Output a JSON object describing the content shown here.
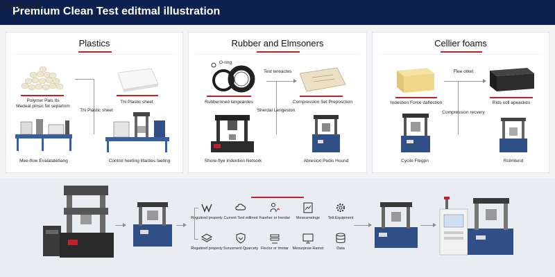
{
  "header": {
    "title": "Premium Clean Test editmal illustration"
  },
  "panels": {
    "plastics": {
      "title": "Plastics",
      "captions": {
        "pellets": "Polymer Pals Its\nMedeal plnsic fet separtom",
        "sheet": "Thi Plastic sheet",
        "flow_label": "Thi Plastic sheet",
        "machine_left": "Mee-flow Evalatatebang",
        "machine_right": "Control heeting lifacties laeting"
      }
    },
    "rubber": {
      "title": "Rubber and Elmsoners",
      "captions": {
        "orings": "Rubbernned langeardes",
        "flow_top": "Test tereactes",
        "flow_mid": "Sherdal Lengeston",
        "pad": "Compression Set Preposction",
        "machine_left": "Shore-flye Indention Netsork",
        "machine_right": "Abresion Pedis Hound",
        "oring_tag": "O-ring"
      }
    },
    "foams": {
      "title": "Cellier foams",
      "captions": {
        "yellow": "Indestion Force daflection",
        "flow_top": "Flee otket",
        "black": "Rids coll apeackes",
        "flow_mid": "Compression recvery",
        "machine_left": "Cycile Ftegpn",
        "machine_right": "Rsilmlend"
      }
    }
  },
  "decision": {
    "title": "Decision",
    "row1": [
      {
        "label": "Regutired property",
        "icon": "material-w-icon"
      },
      {
        "label": "Current Test edlined",
        "icon": "cloud-brain-icon"
      },
      {
        "label": "Fareher or Irendar",
        "icon": "person-chart-icon"
      },
      {
        "label": "Mesesmelnge",
        "icon": "chart-doc-icon"
      },
      {
        "label": "Tett Equipment",
        "icon": "gear-icon"
      }
    ],
    "row2": [
      {
        "label": "Regatired property",
        "icon": "layers-icon"
      },
      {
        "label": "Surusment Qparcety",
        "icon": "shield-down-icon"
      },
      {
        "label": "Fleclor or Imntar",
        "icon": "stack-chart-icon"
      },
      {
        "label": "Mesurpnse Ramst",
        "icon": "monitor-icon"
      },
      {
        "label": "Data",
        "icon": "database-icon"
      }
    ]
  },
  "colors": {
    "header": "#0c2150",
    "accent": "#c0202c",
    "machine_blue": "#2f4f86"
  }
}
